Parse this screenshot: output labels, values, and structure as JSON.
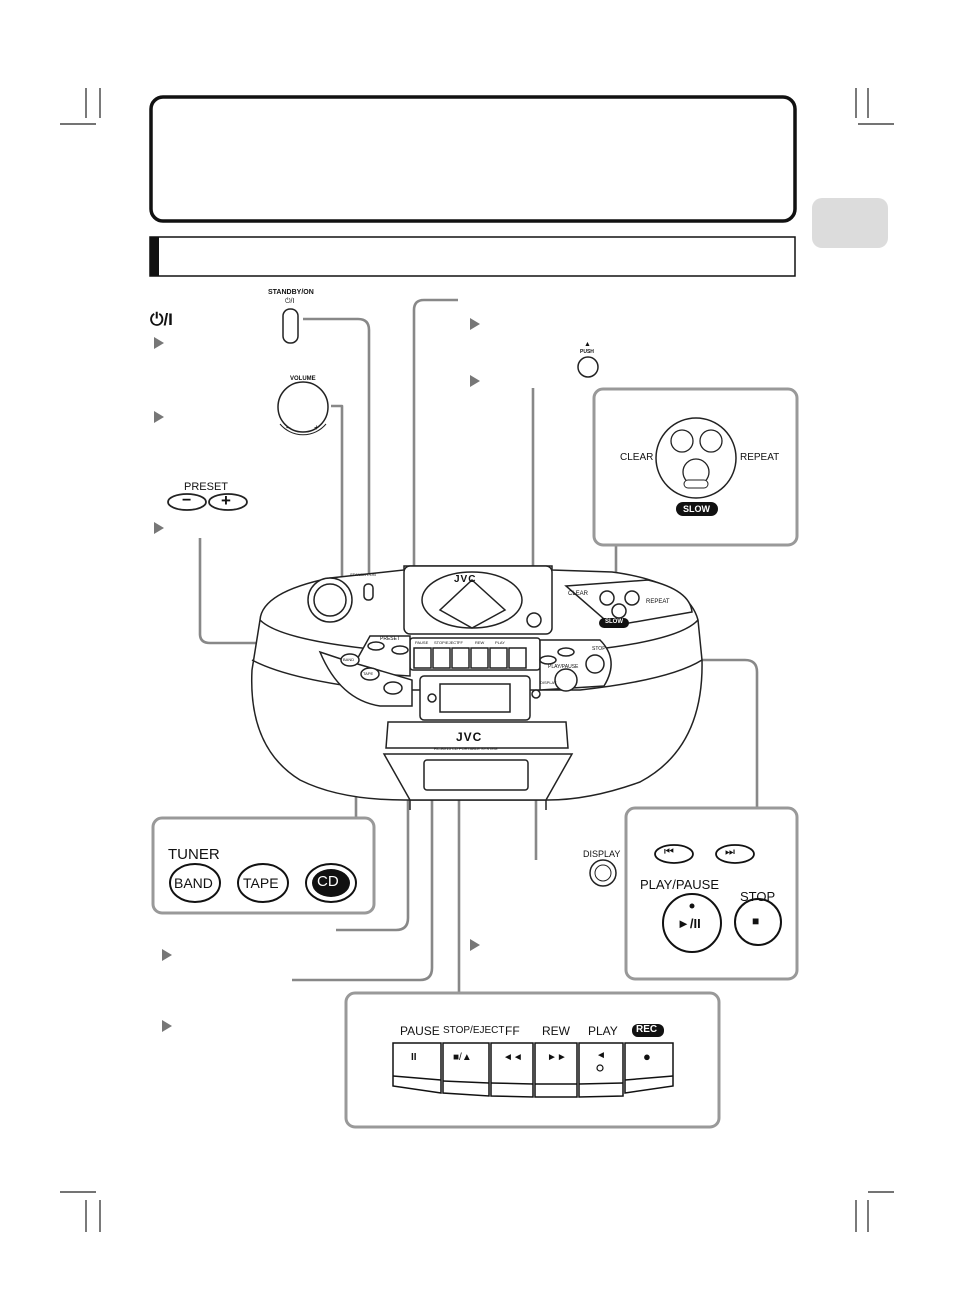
{
  "standby": {
    "label": "STANDBY/ON",
    "symbol": "⏻/I",
    "side_symbol": "⏻/I"
  },
  "volume": {
    "label": "VOLUME",
    "minus": "–",
    "plus": "+"
  },
  "preset": {
    "label": "PRESET",
    "minus": "−",
    "plus": "+"
  },
  "cd_door": {
    "push_symbol": "▲",
    "push_label": "PUSH"
  },
  "cd_panel": {
    "clear": "CLEAR",
    "repeat": "REPEAT",
    "slow": "SLOW"
  },
  "source_panel": {
    "tuner": "TUNER",
    "band": "BAND",
    "tape": "TAPE",
    "cd": "CD"
  },
  "display": {
    "label": "DISPLAY"
  },
  "play_panel": {
    "prev": "⏮",
    "next": "⏭",
    "play_pause": "PLAY/PAUSE",
    "play_pause_symbol": "►/II",
    "stop": "STOP",
    "stop_symbol": "■"
  },
  "tape_panel": {
    "keys": [
      {
        "label": "PAUSE",
        "symbol": "II"
      },
      {
        "label": "STOP/EJECT",
        "symbol": "■/▲"
      },
      {
        "label": "FF",
        "symbol": "◄◄"
      },
      {
        "label": "REW",
        "symbol": "►►"
      },
      {
        "label": "PLAY",
        "symbol": "◄"
      },
      {
        "label": "REC",
        "symbol": "●"
      }
    ]
  },
  "unit": {
    "brand": "JVC",
    "model": "RC-BX15 CD PORTABLE SYSTEM"
  }
}
